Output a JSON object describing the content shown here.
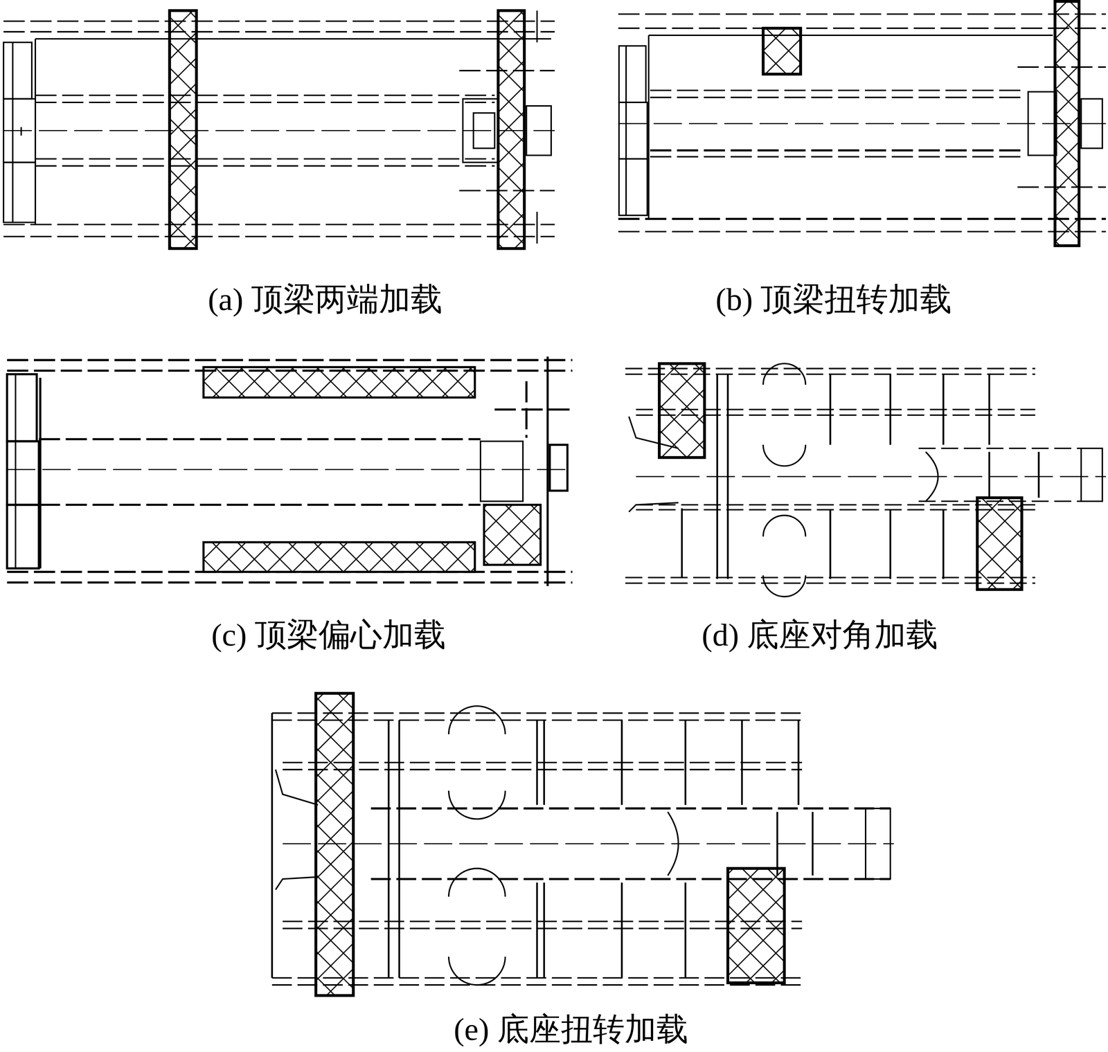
{
  "diagram": {
    "labels": [
      "(a) 顶梁两端加载",
      "(b) 顶梁扭转加载",
      "(c) 顶梁偏心加载",
      "(d) 底座对角加载",
      "(e) 底座扭转加载"
    ]
  }
}
